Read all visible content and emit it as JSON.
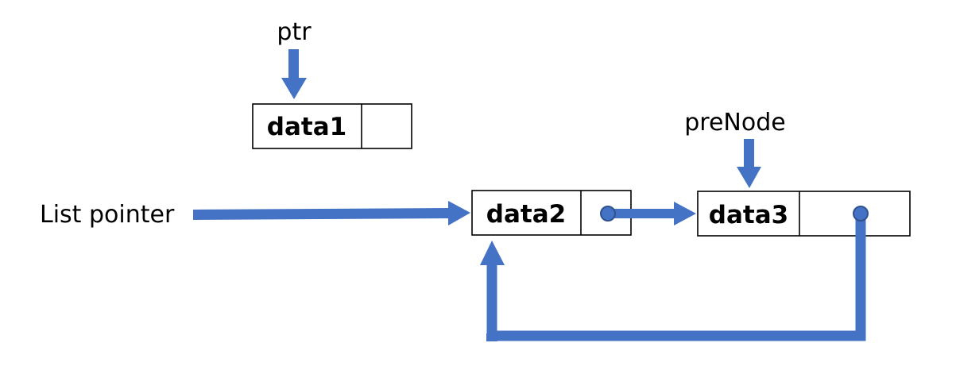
{
  "labels": {
    "ptr": "ptr",
    "prenode": "preNode",
    "list_pointer": "List pointer"
  },
  "nodes": [
    {
      "id": "node1",
      "data": "data1",
      "has_link_dot": false
    },
    {
      "id": "node2",
      "data": "data2",
      "has_link_dot": true
    },
    {
      "id": "node3",
      "data": "data3",
      "has_link_dot": true
    }
  ],
  "colors": {
    "arrow": "#4472C4",
    "dot_fill": "#4472C4",
    "dot_stroke": "#2F528F",
    "box_stroke": "#000000",
    "text": "#000000"
  }
}
